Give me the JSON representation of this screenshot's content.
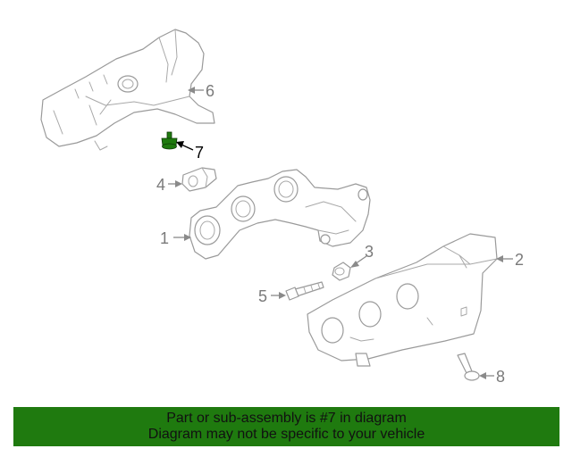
{
  "callouts": {
    "c1": "1",
    "c2": "2",
    "c3": "3",
    "c4": "4",
    "c5": "5",
    "c6": "6",
    "c7": "7",
    "c8": "8"
  },
  "highlight_color": "#1f7a0f",
  "banner": {
    "line1": "Part or sub-assembly is #7 in diagram",
    "line2": "Diagram may not be specific to your vehicle"
  }
}
